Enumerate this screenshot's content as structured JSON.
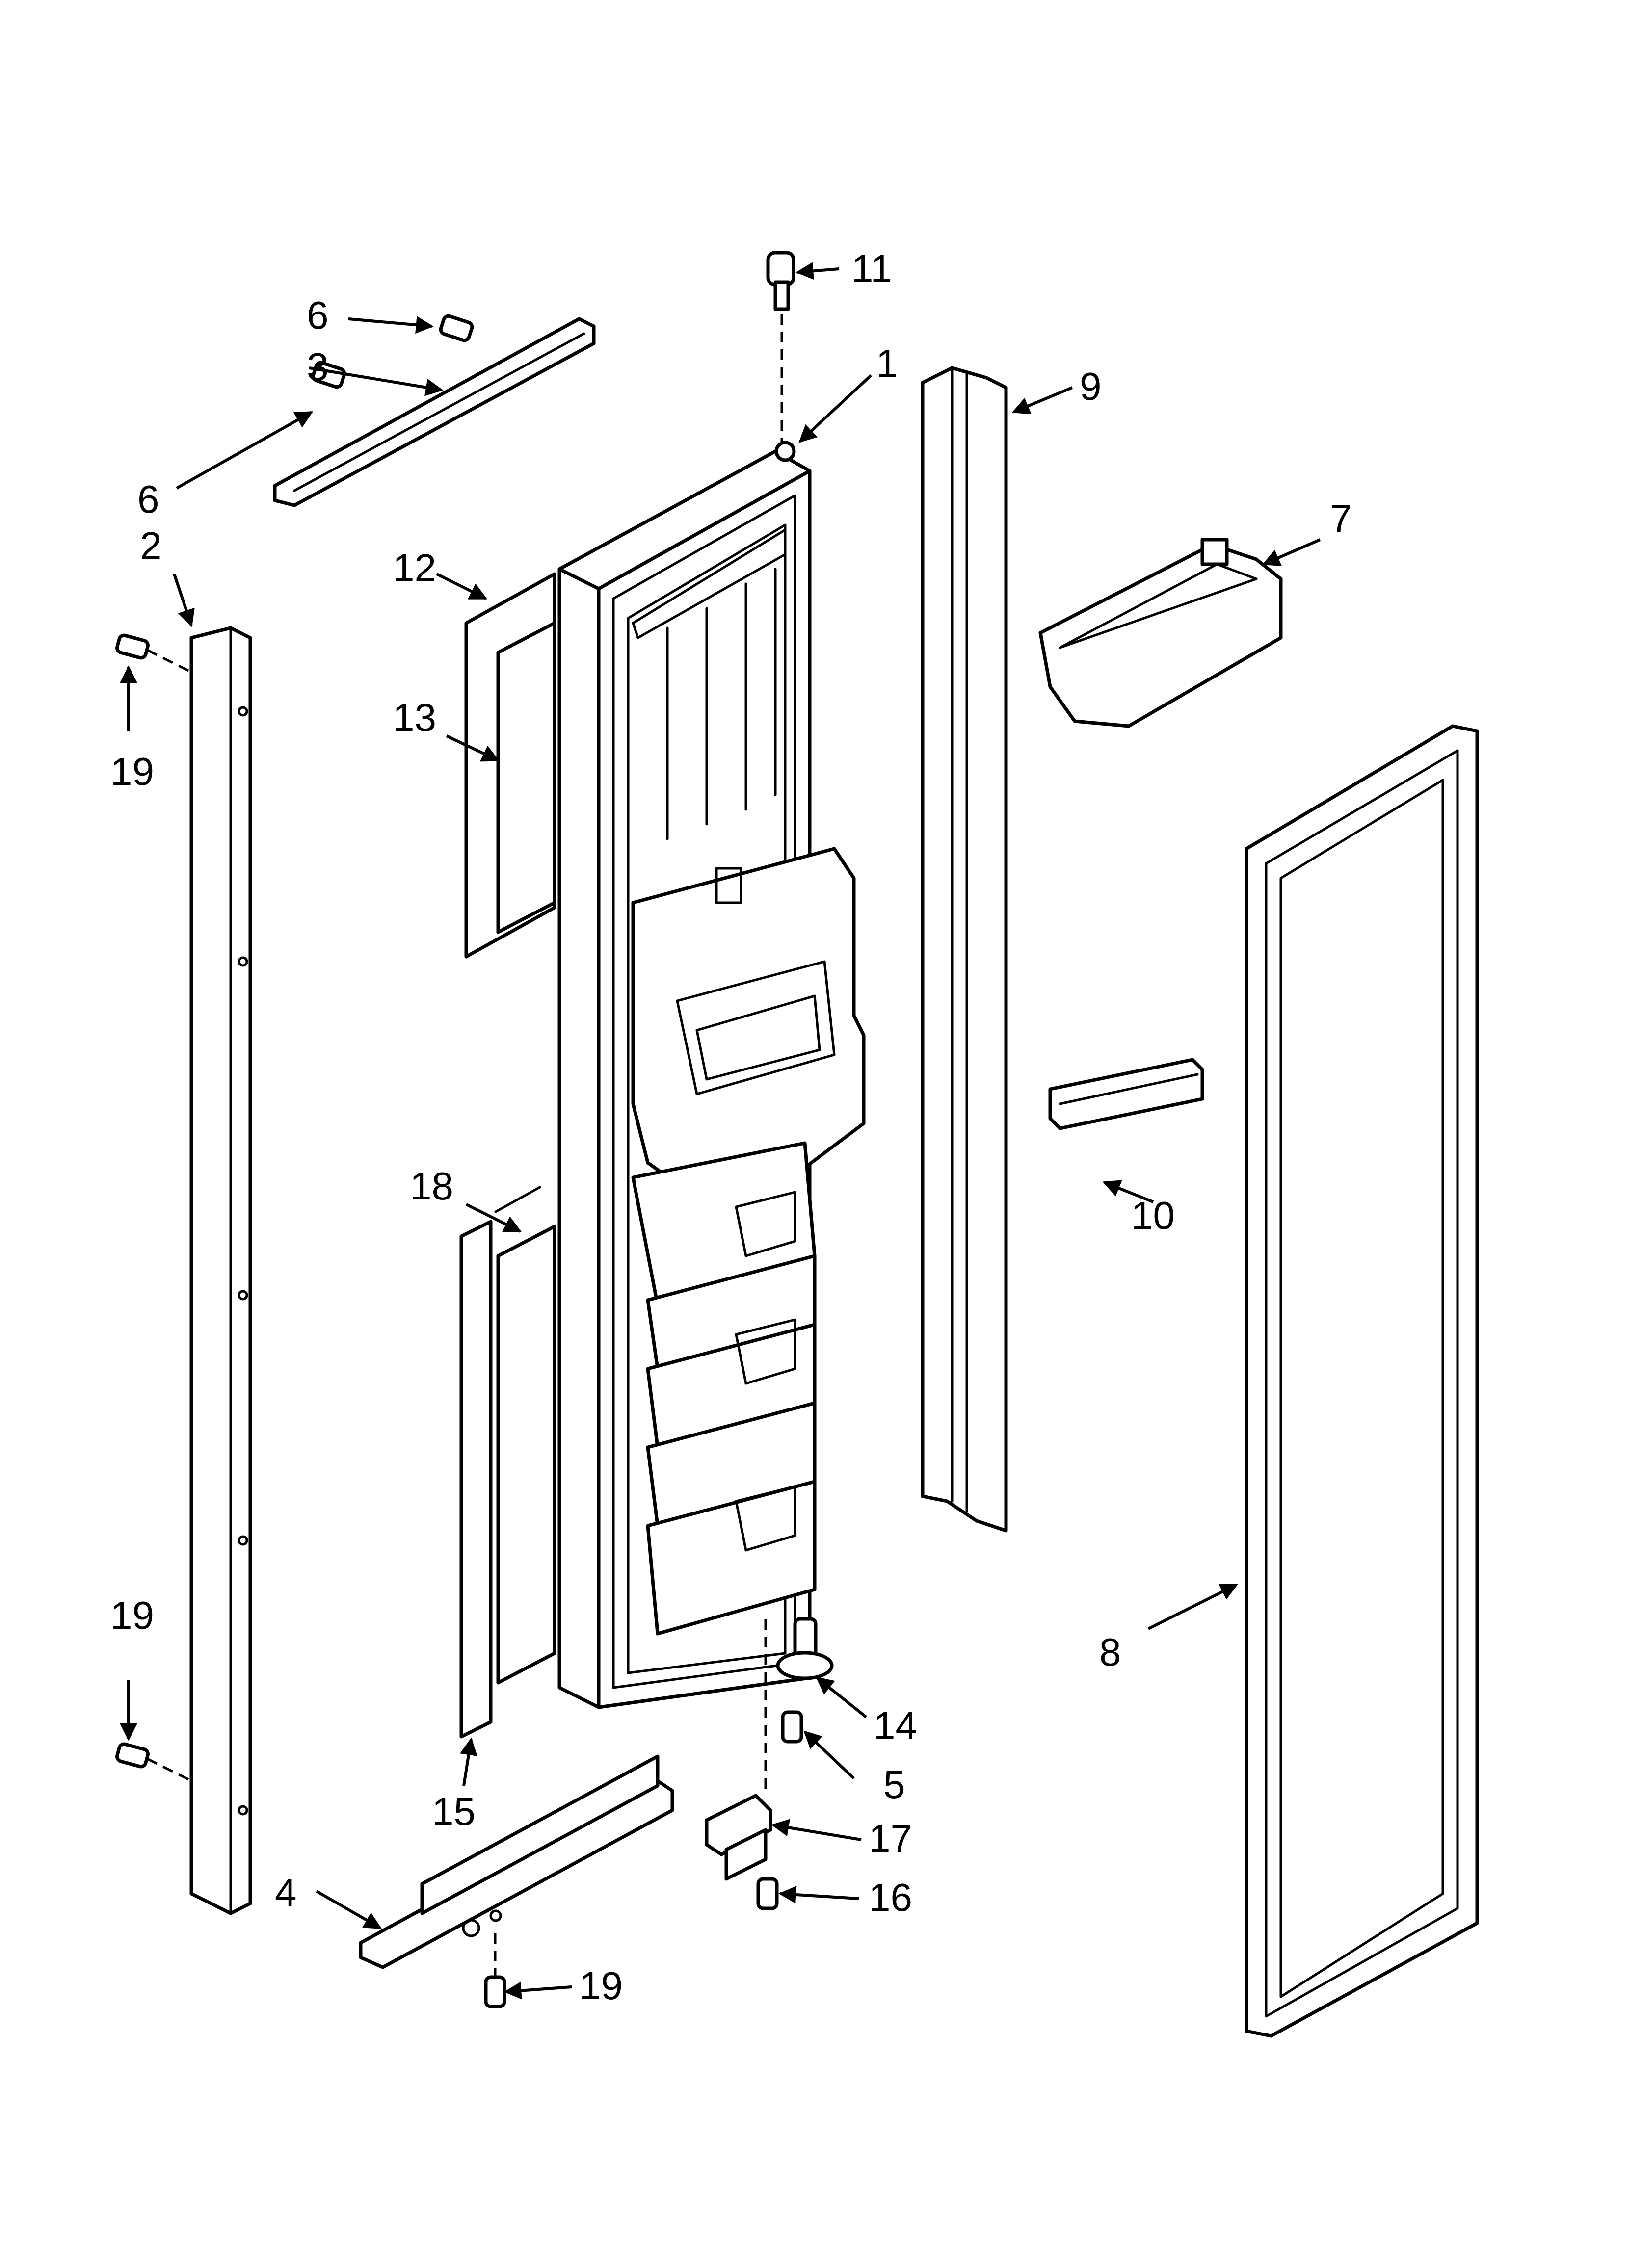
{
  "callouts": [
    {
      "id": "c1",
      "text": "1"
    },
    {
      "id": "c2",
      "text": "2"
    },
    {
      "id": "c3",
      "text": "3"
    },
    {
      "id": "c4",
      "text": "4"
    },
    {
      "id": "c5",
      "text": "5"
    },
    {
      "id": "c6a",
      "text": "6"
    },
    {
      "id": "c6b",
      "text": "6"
    },
    {
      "id": "c7",
      "text": "7"
    },
    {
      "id": "c8",
      "text": "8"
    },
    {
      "id": "c9",
      "text": "9"
    },
    {
      "id": "c10",
      "text": "10"
    },
    {
      "id": "c11",
      "text": "11"
    },
    {
      "id": "c12",
      "text": "12"
    },
    {
      "id": "c13",
      "text": "13"
    },
    {
      "id": "c14",
      "text": "14"
    },
    {
      "id": "c15",
      "text": "15"
    },
    {
      "id": "c16",
      "text": "16"
    },
    {
      "id": "c17",
      "text": "17"
    },
    {
      "id": "c18",
      "text": "18"
    },
    {
      "id": "c19a",
      "text": "19"
    },
    {
      "id": "c19b",
      "text": "19"
    },
    {
      "id": "c19c",
      "text": "19"
    }
  ]
}
